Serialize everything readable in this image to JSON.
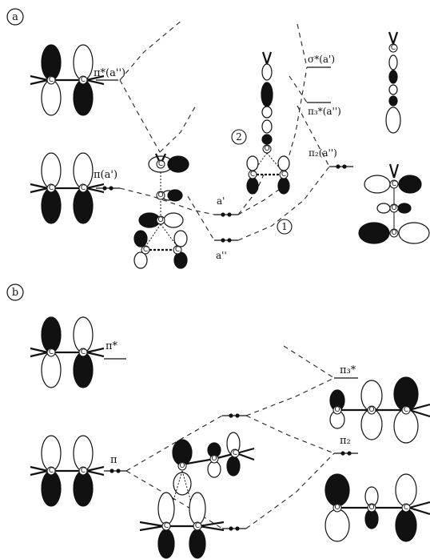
{
  "panel_a": {
    "label": "a",
    "levels": {
      "pi_star": "π*(a'')",
      "pi": "π(a')",
      "a_prime": "a'",
      "a_dblprime": "a''",
      "sigma_star": "σ*(a')",
      "pi3_star": "π₃*(a'')",
      "pi2": "π₂(a'')"
    },
    "pathway_labels": [
      "2",
      "1"
    ]
  },
  "panel_b": {
    "label": "b",
    "levels": {
      "pi_star": "π*",
      "pi": "π",
      "pi3_star": "π₃*",
      "pi2": "π₂"
    }
  },
  "atoms": {
    "carbon": "C",
    "oxygen": "O"
  }
}
